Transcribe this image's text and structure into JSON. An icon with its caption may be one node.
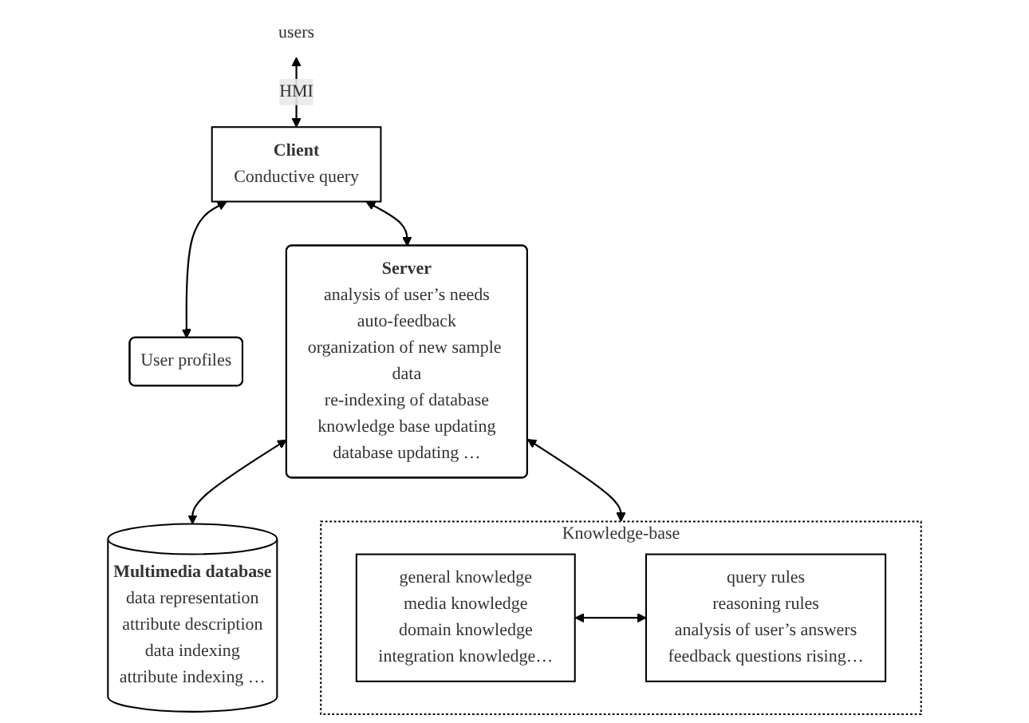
{
  "diagram": {
    "nodes": [
      {
        "text": [
          "users"
        ]
      },
      {
        "text": [
          "Client",
          "Conductive query"
        ]
      },
      {
        "text": [
          "User profiles"
        ]
      },
      {
        "text": [
          "Server",
          "analysis of user’s needs",
          "auto-feedback",
          "organization of new sample data",
          "re-indexing of database",
          "knowledge base updating",
          "database updating …"
        ]
      },
      {
        "text": [
          "Multimedia database",
          "data representation",
          "attribute description",
          "data indexing",
          "attribute indexing …"
        ]
      },
      {
        "text": [
          "Knowledge-base"
        ]
      },
      {
        "text": [
          "general knowledge",
          "media knowledge",
          "domain knowledge",
          "integration knowledge…"
        ],
        "in": 5
      },
      {
        "text": [
          "query rules",
          "reasoning rules",
          "analysis of user’s answers",
          "feedback questions rising…"
        ],
        "in": 5
      }
    ],
    "edges": [
      {
        "from": 0,
        "to": 1,
        "arrow": "both",
        "label": "HMI"
      },
      {
        "from": 1,
        "to": 2,
        "arrow": "both"
      },
      {
        "from": 1,
        "to": 3,
        "arrow": "both"
      },
      {
        "from": 3,
        "to": 4,
        "arrow": "both"
      },
      {
        "from": 3,
        "to": 5,
        "arrow": "both"
      },
      {
        "from": 6,
        "to": 7,
        "arrow": "both"
      }
    ]
  }
}
